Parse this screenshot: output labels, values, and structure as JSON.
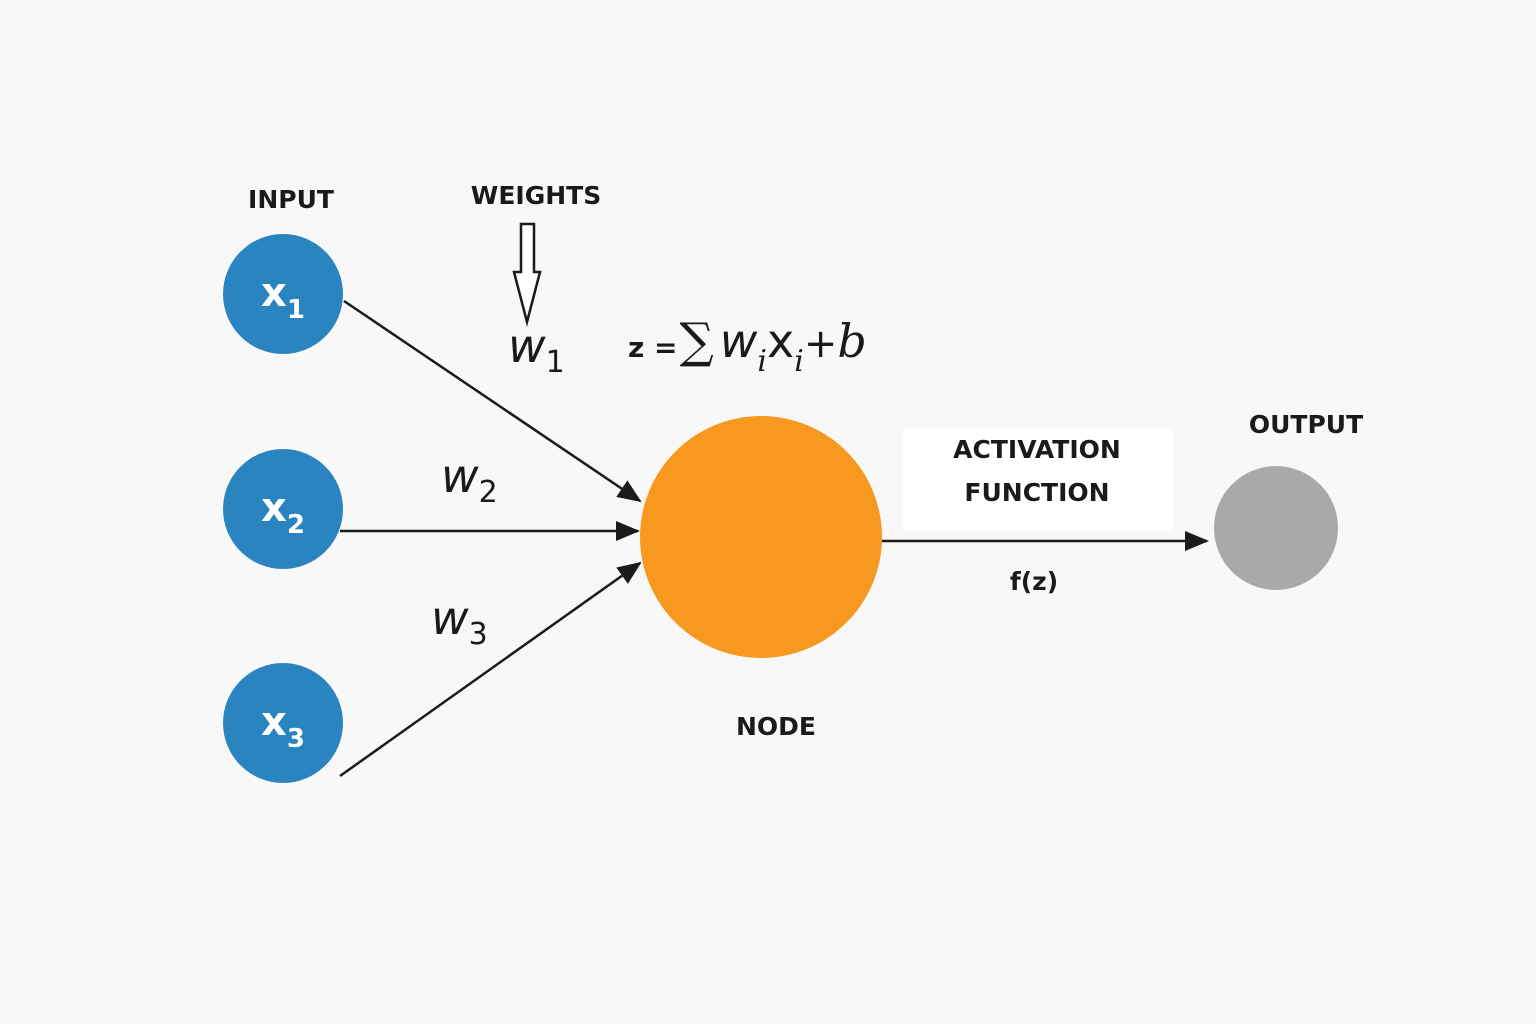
{
  "labels": {
    "input": "INPUT",
    "weights": "WEIGHTS",
    "output": "OUTPUT",
    "node": "NODE",
    "activation_line1": "ACTIVATION",
    "activation_line2": "FUNCTION",
    "activation_fn": "f(z)"
  },
  "inputs": [
    {
      "symbol": "x",
      "sub": "1"
    },
    {
      "symbol": "x",
      "sub": "2"
    },
    {
      "symbol": "x",
      "sub": "3"
    }
  ],
  "weights": [
    {
      "symbol": "w",
      "sub": "1"
    },
    {
      "symbol": "w",
      "sub": "2"
    },
    {
      "symbol": "w",
      "sub": "3"
    }
  ],
  "formula": {
    "lhs": "z =",
    "sigma": "∑",
    "w": "w",
    "w_sub": "i",
    "x": "x",
    "x_sub": "i",
    "plus": "+",
    "b": "b"
  },
  "colors": {
    "input_node": "#2a84bf",
    "hidden_node": "#f7981f",
    "output_node": "#a9a9a9",
    "arrow": "#1a1a1a",
    "background": "#f8f8f8",
    "label_box": "#ffffff"
  }
}
